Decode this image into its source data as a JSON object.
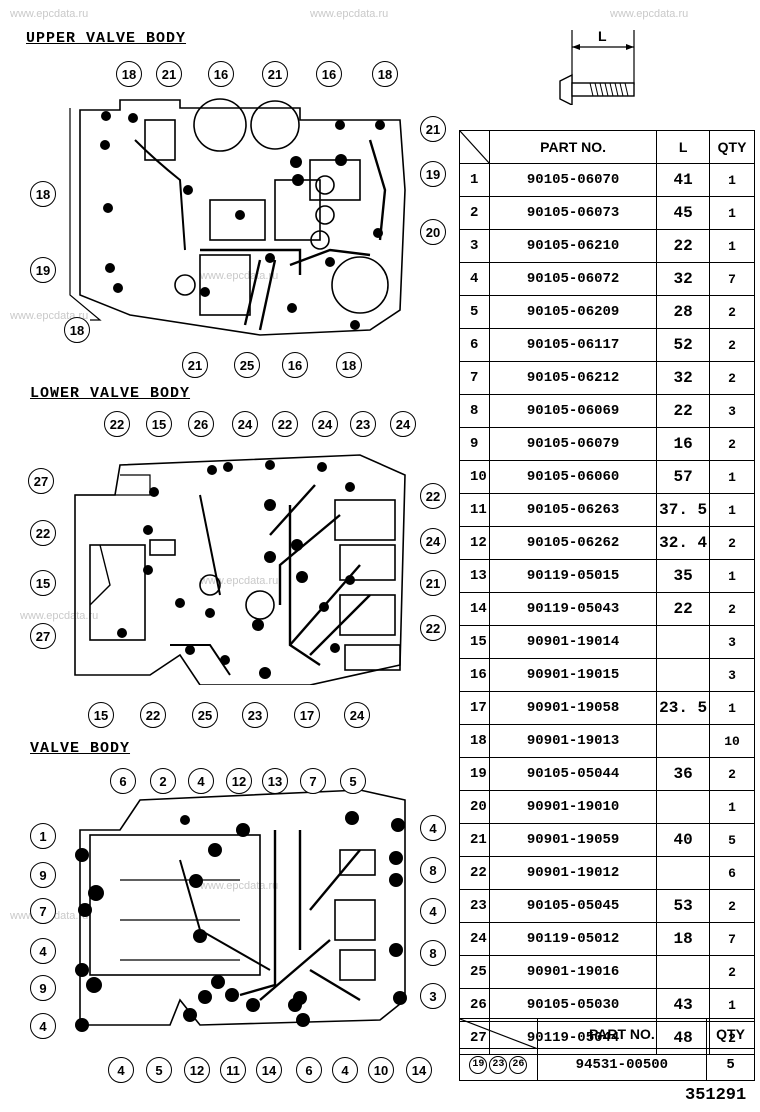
{
  "watermark": "www.epcdata.ru",
  "sections": {
    "upper": "UPPER VALVE BODY",
    "lower": "LOWER VALVE BODY",
    "valve": "VALVE BODY"
  },
  "dimension_label": "L",
  "table": {
    "headers": [
      "PART NO.",
      "L",
      "QTY"
    ],
    "rows": [
      {
        "no": "1",
        "part": "90105-06070",
        "l": "41",
        "qty": "1"
      },
      {
        "no": "2",
        "part": "90105-06073",
        "l": "45",
        "qty": "1"
      },
      {
        "no": "3",
        "part": "90105-06210",
        "l": "22",
        "qty": "1"
      },
      {
        "no": "4",
        "part": "90105-06072",
        "l": "32",
        "qty": "7"
      },
      {
        "no": "5",
        "part": "90105-06209",
        "l": "28",
        "qty": "2"
      },
      {
        "no": "6",
        "part": "90105-06117",
        "l": "52",
        "qty": "2"
      },
      {
        "no": "7",
        "part": "90105-06212",
        "l": "32",
        "qty": "2"
      },
      {
        "no": "8",
        "part": "90105-06069",
        "l": "22",
        "qty": "3"
      },
      {
        "no": "9",
        "part": "90105-06079",
        "l": "16",
        "qty": "2"
      },
      {
        "no": "10",
        "part": "90105-06060",
        "l": "57",
        "qty": "1"
      },
      {
        "no": "11",
        "part": "90105-06263",
        "l": "37. 5",
        "qty": "1"
      },
      {
        "no": "12",
        "part": "90105-06262",
        "l": "32. 4",
        "qty": "2"
      },
      {
        "no": "13",
        "part": "90119-05015",
        "l": "35",
        "qty": "1"
      },
      {
        "no": "14",
        "part": "90119-05043",
        "l": "22",
        "qty": "2"
      },
      {
        "no": "15",
        "part": "90901-19014",
        "l": "",
        "qty": "3"
      },
      {
        "no": "16",
        "part": "90901-19015",
        "l": "",
        "qty": "3"
      },
      {
        "no": "17",
        "part": "90901-19058",
        "l": "23. 5",
        "qty": "1"
      },
      {
        "no": "18",
        "part": "90901-19013",
        "l": "",
        "qty": "10"
      },
      {
        "no": "19",
        "part": "90105-05044",
        "l": "36",
        "qty": "2"
      },
      {
        "no": "20",
        "part": "90901-19010",
        "l": "",
        "qty": "1"
      },
      {
        "no": "21",
        "part": "90901-19059",
        "l": "40",
        "qty": "5"
      },
      {
        "no": "22",
        "part": "90901-19012",
        "l": "",
        "qty": "6"
      },
      {
        "no": "23",
        "part": "90105-05045",
        "l": "53",
        "qty": "2"
      },
      {
        "no": "24",
        "part": "90119-05012",
        "l": "18",
        "qty": "7"
      },
      {
        "no": "25",
        "part": "90901-19016",
        "l": "",
        "qty": "2"
      },
      {
        "no": "26",
        "part": "90105-05030",
        "l": "43",
        "qty": "1"
      },
      {
        "no": "27",
        "part": "90119-05044",
        "l": "48",
        "qty": "2"
      }
    ]
  },
  "bottom_table": {
    "header_part": "PART NO.",
    "header_qty": "QTY",
    "codes": [
      "19",
      "23",
      "26"
    ],
    "part": "94531-00500",
    "qty": "5"
  },
  "reference_number": "351291",
  "callouts": {
    "upper": [
      "18",
      "21",
      "16",
      "21",
      "16",
      "18",
      "18",
      "21",
      "19",
      "20",
      "19",
      "18",
      "21",
      "25",
      "16",
      "18"
    ],
    "lower": [
      "22",
      "15",
      "26",
      "24",
      "22",
      "24",
      "23",
      "24",
      "27",
      "22",
      "22",
      "24",
      "15",
      "21",
      "27",
      "22",
      "15",
      "22",
      "25",
      "23",
      "17",
      "24"
    ],
    "valve": [
      "6",
      "2",
      "4",
      "12",
      "13",
      "7",
      "5",
      "1",
      "4",
      "9",
      "8",
      "7",
      "4",
      "4",
      "8",
      "9",
      "3",
      "4",
      "4",
      "5",
      "12",
      "11",
      "14",
      "6",
      "4",
      "10",
      "14"
    ]
  }
}
